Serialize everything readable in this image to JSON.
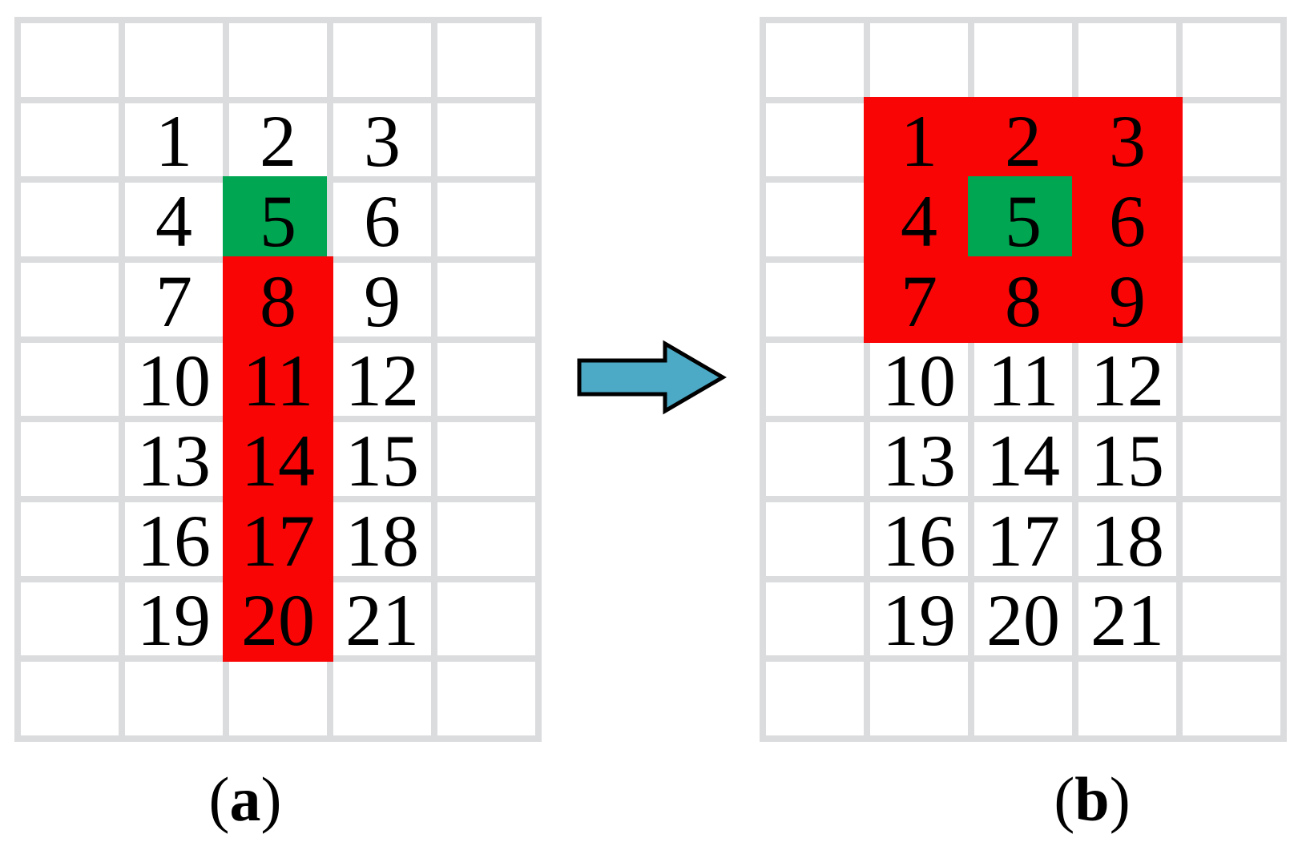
{
  "colors": {
    "red": "#f90505",
    "green": "#00a651",
    "arrow_fill": "#4caac6",
    "arrow_outline": "#000000",
    "grid_line": "#dbdcde",
    "number_text": "#000000"
  },
  "panels": [
    {
      "id": "a",
      "label": {
        "open": "(",
        "letter": "a",
        "close": ")"
      },
      "grid": {
        "cols": 5,
        "rows": 9,
        "numbers": {
          "start_row": 1,
          "start_col": 1,
          "rows": [
            [
              "1",
              "2",
              "3"
            ],
            [
              "4",
              "5",
              "6"
            ],
            [
              "7",
              "8",
              "9"
            ],
            [
              "10",
              "11",
              "12"
            ],
            [
              "13",
              "14",
              "15"
            ],
            [
              "16",
              "17",
              "18"
            ],
            [
              "19",
              "20",
              "21"
            ]
          ]
        },
        "highlights": [
          {
            "name": "red-region",
            "color_key": "red",
            "row": 3,
            "col": 2,
            "rowspan": 5,
            "colspan": 1,
            "covers_grid_lines": true
          },
          {
            "name": "green-center-cell",
            "color_key": "green",
            "row": 2,
            "col": 2,
            "rowspan": 1,
            "colspan": 1,
            "covers_grid_lines": false
          }
        ]
      }
    },
    {
      "id": "b",
      "label": {
        "open": "(",
        "letter": "b",
        "close": ")"
      },
      "grid": {
        "cols": 5,
        "rows": 9,
        "numbers": {
          "start_row": 1,
          "start_col": 1,
          "rows": [
            [
              "1",
              "2",
              "3"
            ],
            [
              "4",
              "5",
              "6"
            ],
            [
              "7",
              "8",
              "9"
            ],
            [
              "10",
              "11",
              "12"
            ],
            [
              "13",
              "14",
              "15"
            ],
            [
              "16",
              "17",
              "18"
            ],
            [
              "19",
              "20",
              "21"
            ]
          ]
        },
        "highlights": [
          {
            "name": "red-region",
            "color_key": "red",
            "row": 1,
            "col": 1,
            "rowspan": 3,
            "colspan": 3,
            "covers_grid_lines": true
          },
          {
            "name": "green-center-cell",
            "color_key": "green",
            "row": 2,
            "col": 2,
            "rowspan": 1,
            "colspan": 1,
            "covers_grid_lines": false
          }
        ]
      }
    }
  ]
}
